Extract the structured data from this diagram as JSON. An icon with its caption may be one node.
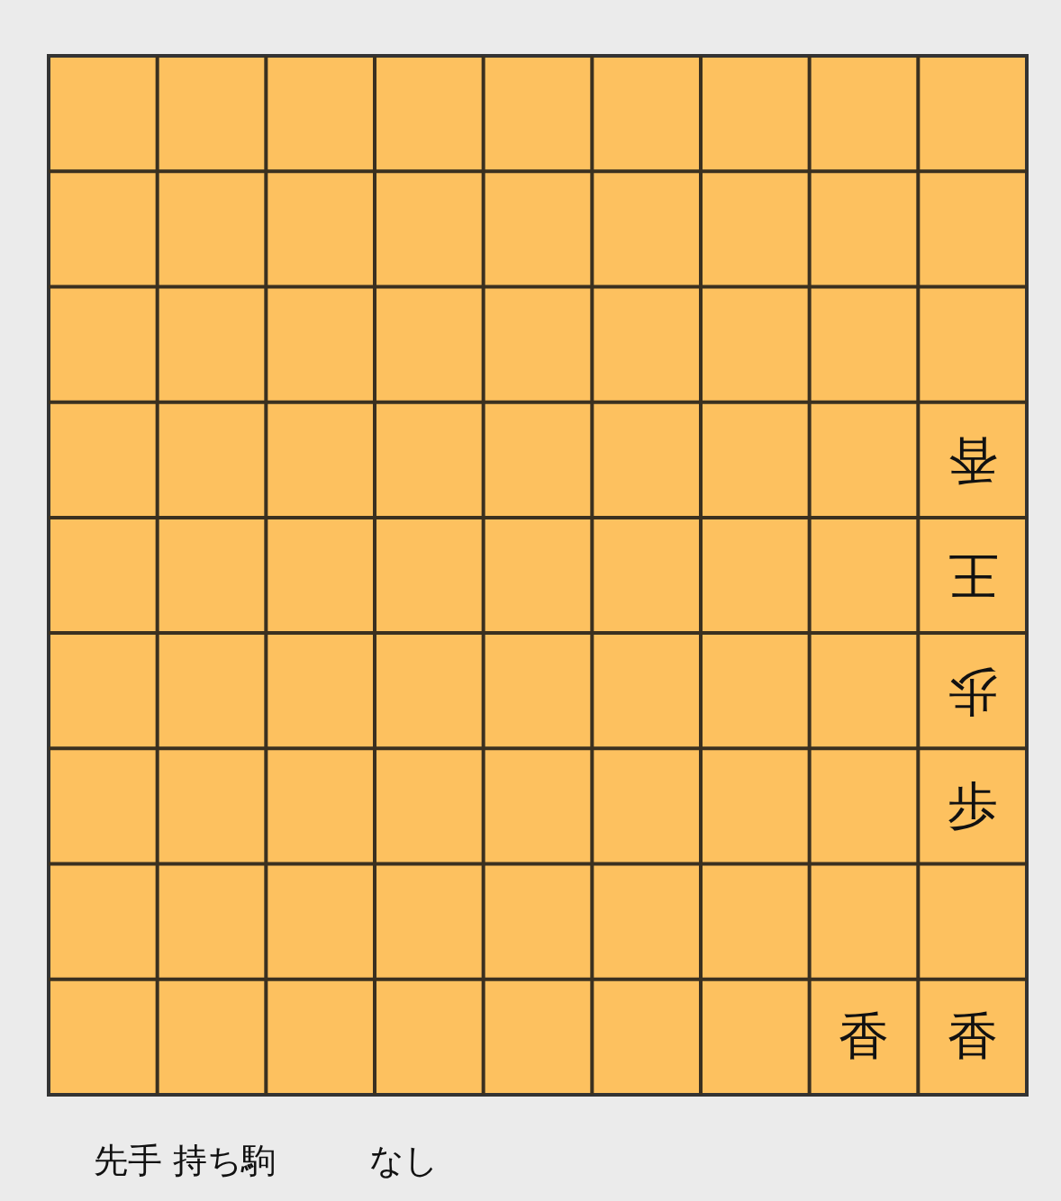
{
  "diagram": {
    "labels": [
      "香",
      "王",
      "歩",
      "歩",
      "香",
      "香",
      "先手 持ち駒",
      "なし"
    ]
  }
}
